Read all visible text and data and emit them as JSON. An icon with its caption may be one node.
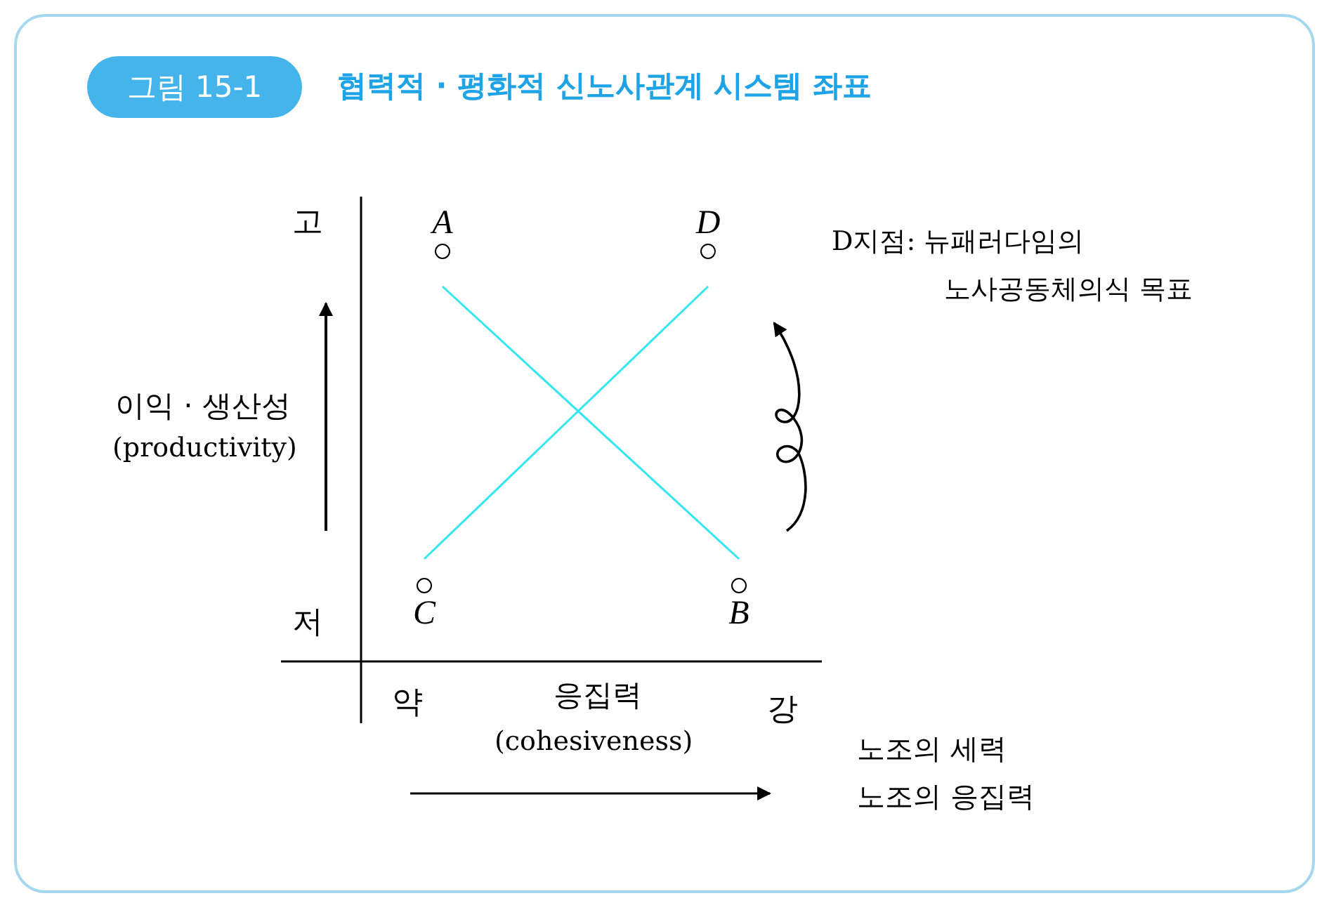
{
  "diagram": {
    "title": "협력적 · 평화적 신노사관계 시스템 좌표",
    "nodes": [
      {
        "text": [
          "A"
        ]
      },
      {
        "text": [
          "D"
        ]
      },
      {
        "text": [
          "C"
        ]
      },
      {
        "text": [
          "B"
        ]
      }
    ],
    "edges": [
      {
        "from": 0,
        "to": 3,
        "arrow": "none",
        "color": "#33e6f0"
      },
      {
        "from": 2,
        "to": 1,
        "arrow": "none",
        "color": "#33e6f0"
      }
    ],
    "labels": [
      "그림 15-1",
      "고",
      "D지점: 뉴패러다임의 노사공동체의식 목표",
      "이익 · 생산성",
      "(productivity)",
      "저",
      "약",
      "응집력",
      "강",
      "(cohesiveness)",
      "노조의 세력",
      "노조의 응집력"
    ]
  }
}
